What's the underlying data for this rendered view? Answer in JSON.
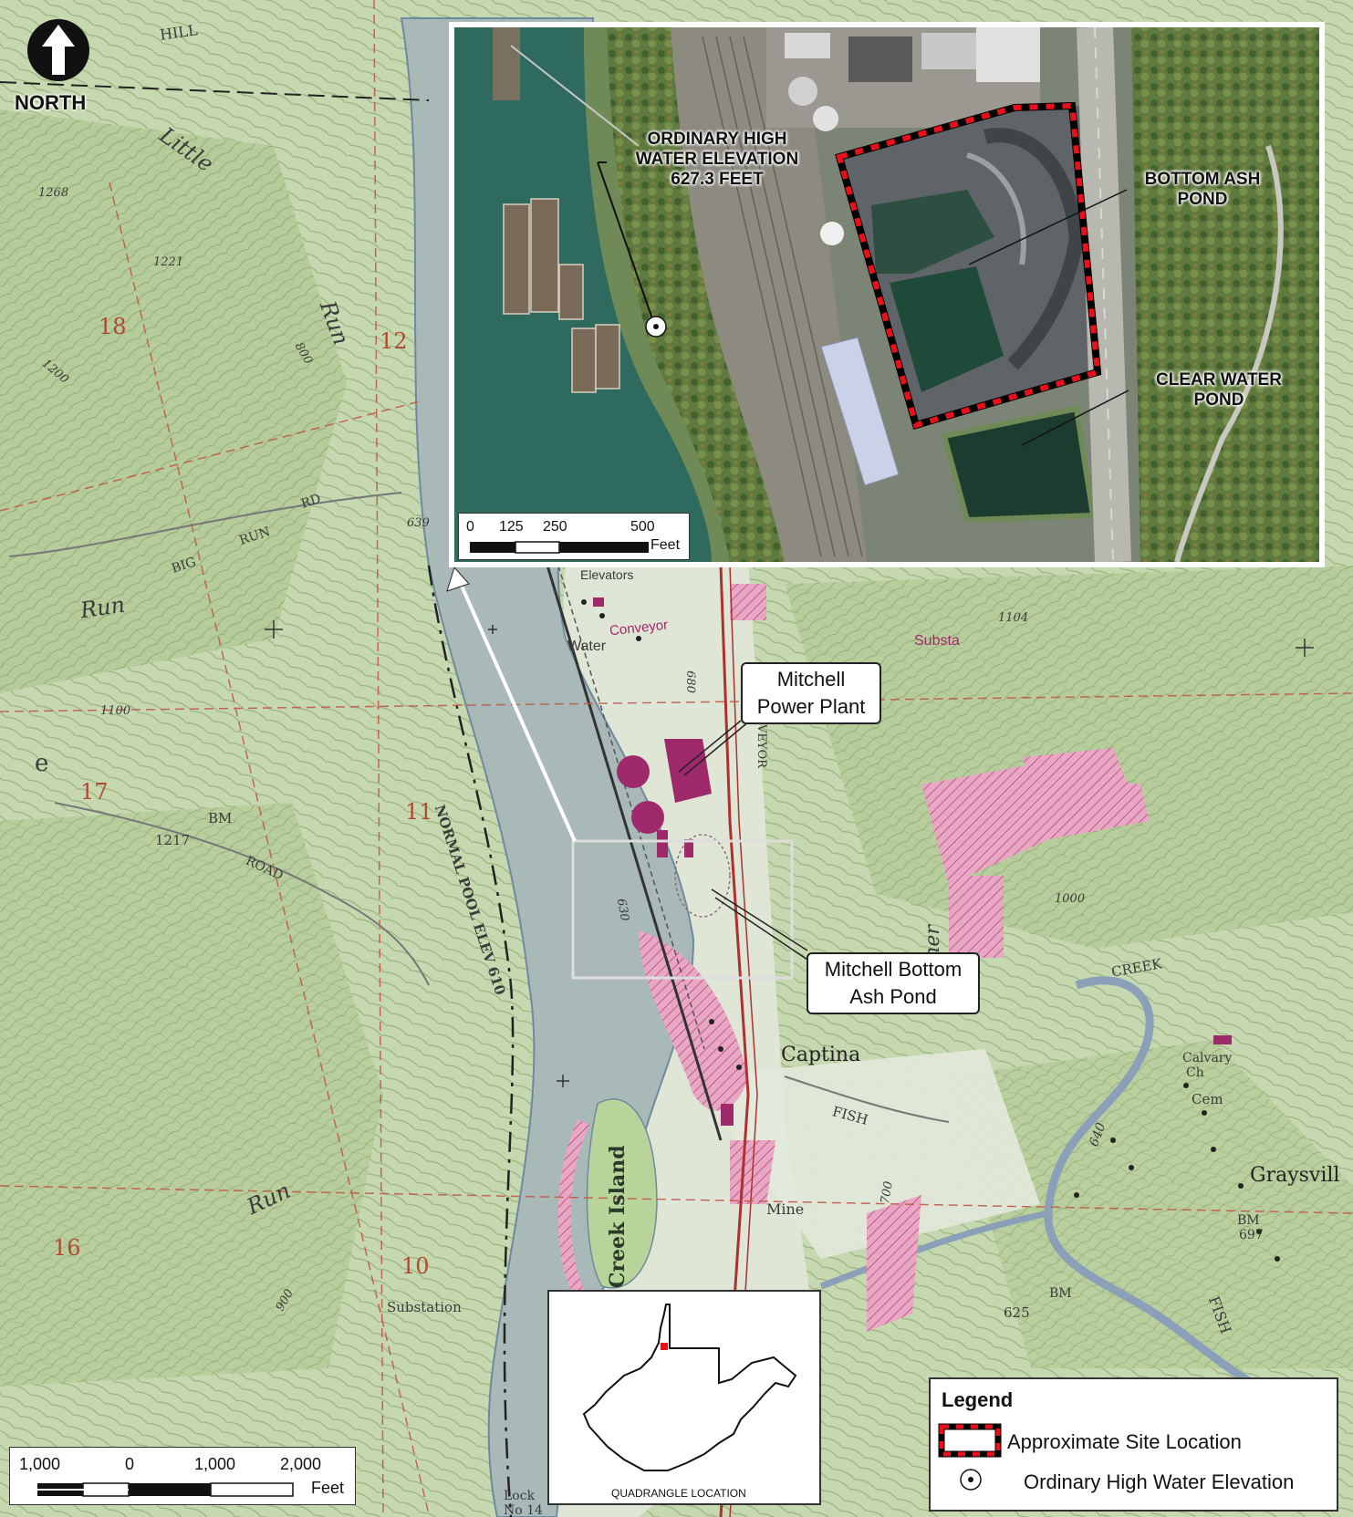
{
  "north_arrow": {
    "label": "NORTH"
  },
  "inset": {
    "ohwe_label": [
      "ORDINARY HIGH",
      "WATER ELEVATION",
      "627.3 FEET"
    ],
    "bottom_ash_label": [
      "BOTTOM ASH",
      "POND"
    ],
    "clear_water_label": [
      "CLEAR WATER",
      "POND"
    ],
    "scale": {
      "ticks": [
        "0",
        "125",
        "250",
        "500"
      ],
      "unit": "Feet"
    }
  },
  "callouts": {
    "power_plant": [
      "Mitchell",
      "Power Plant"
    ],
    "ash_pond": [
      "Mitchell Bottom",
      "Ash Pond"
    ]
  },
  "topo_labels": {
    "hill": "HILL",
    "little": "Little",
    "run": "Run",
    "big_run_rd": [
      "BIG",
      "RUN",
      "RD"
    ],
    "run_left": "Run",
    "normal_pool": "NORMAL POOL ELEV 610",
    "elevators": "Elevators",
    "conveyor": "Conveyor",
    "water": "Water",
    "conveyor_vert": "CONVEYOR",
    "substa": "Substa",
    "road": "ROAD",
    "bm_1217": [
      "BM",
      "1217"
    ],
    "captina": "Captina",
    "conner": "Conner",
    "fish": "FISH",
    "creek": "CREEK",
    "calvary": [
      "Calvary",
      "Ch"
    ],
    "cem": "Cem",
    "graysville": "Graysvill",
    "bm_697": [
      "BM",
      "697"
    ],
    "mine": "Mine",
    "creek_island": "Creek Island",
    "substation": "Substation",
    "bm_625": [
      "BM",
      "625"
    ],
    "fish_right": "FISH",
    "run_sw": "Run",
    "lock": [
      "Lock",
      "No 14"
    ],
    "e_letter": "e",
    "elev_1268": "1268",
    "elev_1221": "1221",
    "elev_639": "639",
    "elev_640": "640",
    "elev_630": "630",
    "elev_680": "680",
    "elev_1104": "1104",
    "elev_1100": "1100",
    "elev_1000": "1000",
    "elev_900": "900",
    "elev_700": "700",
    "elev_800": "800",
    "elev_1200": "1200"
  },
  "section_numbers": [
    "18",
    "12",
    "17",
    "11",
    "16",
    "10"
  ],
  "quadrangle": {
    "label": "QUADRANGLE LOCATION"
  },
  "main_scale": {
    "ticks": [
      "1,000",
      "0",
      "1,000",
      "2,000"
    ],
    "unit": "Feet"
  },
  "legend": {
    "title": "Legend",
    "items": [
      {
        "label": "Approximate Site Location"
      },
      {
        "label": "Ordinary High Water Elevation"
      }
    ]
  },
  "colors": {
    "topo_green": "#b8cea0",
    "river": "#a9b8b6",
    "building": "#9e2a6b",
    "site_red": "#e8101a",
    "aerial_water": "#2f6a5f"
  }
}
